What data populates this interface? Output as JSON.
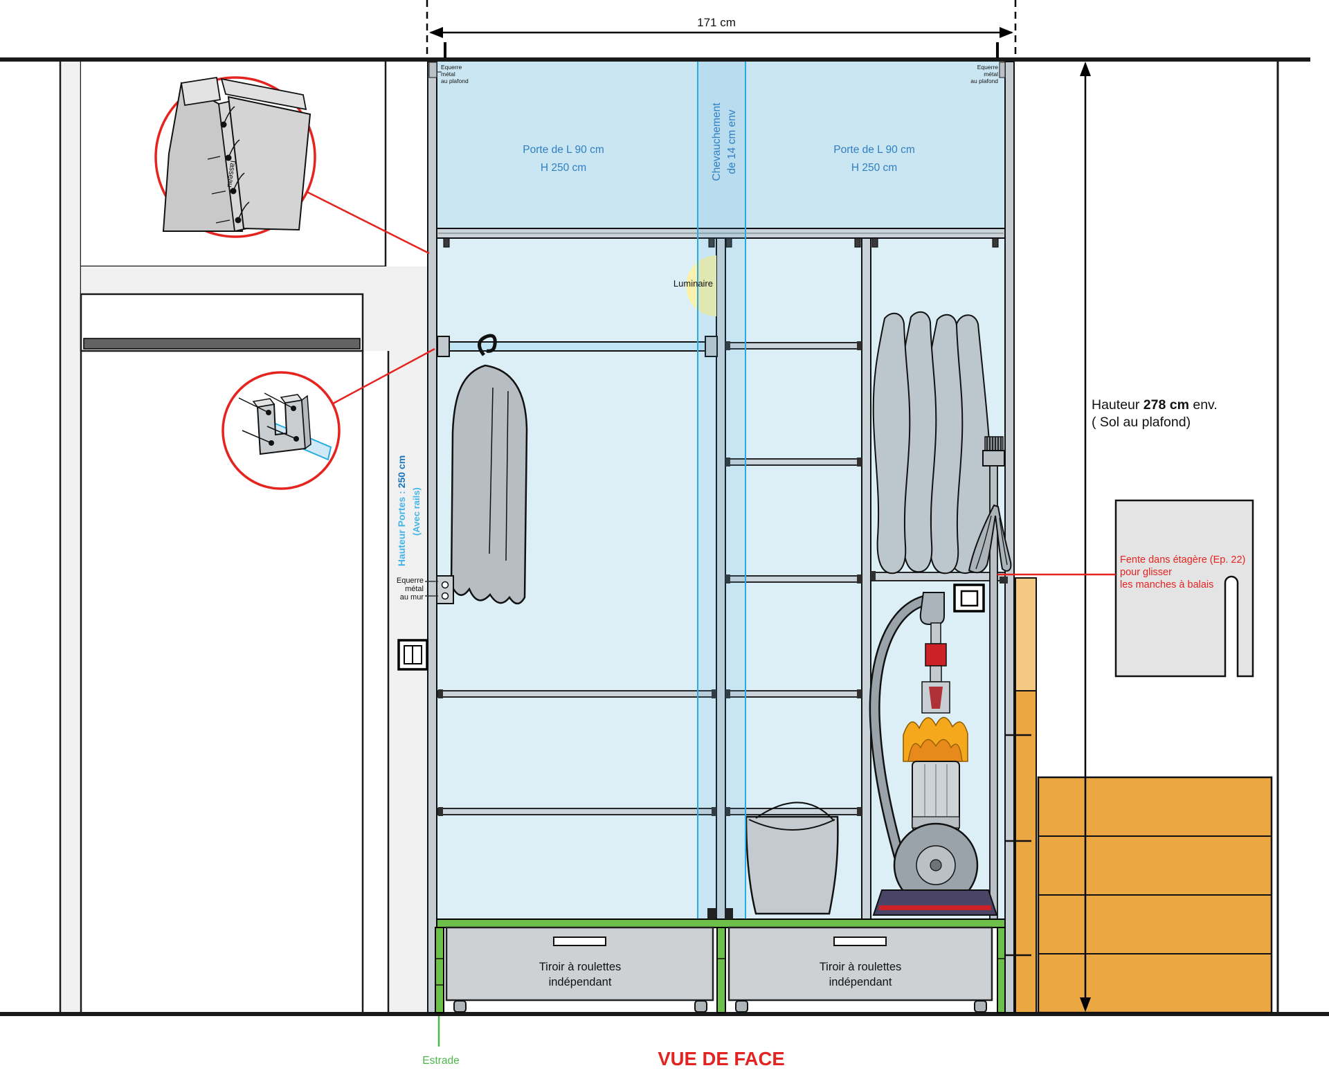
{
  "title": {
    "label": "VUE DE FACE",
    "color": "#e32322"
  },
  "top_dimension": {
    "label": "171 cm"
  },
  "height_dimension": {
    "prefix": "Hauteur ",
    "value": "278 cm",
    "suffix": " env.",
    "line2": "( Sol au plafond)"
  },
  "doors": {
    "left": {
      "line1": "Porte de L 90 cm",
      "line2": "H 250 cm"
    },
    "right": {
      "line1": "Porte de L 90 cm",
      "line2": "H 250 cm"
    },
    "overlap": {
      "line1": "Chevauchement",
      "line2": "de 14 cm env"
    },
    "height_note": {
      "part1": "Hauteur Portes : ",
      "part2": "250 cm",
      "part3": "(Avec rails)"
    }
  },
  "annotations": {
    "ceiling_bracket": {
      "line1": "Equerre",
      "line2": "métal",
      "line3": "au plafond"
    },
    "wall_bracket": {
      "line1": "Equerre",
      "line2": "métal",
      "line3": "au mur"
    },
    "luminaire": "Luminaire",
    "tasseau": "Tasseau",
    "fente": {
      "line1": "Fente dans étagère (Ep. 22)",
      "line2": "pour glisser",
      "line3": "les manches à balais"
    },
    "estrade": "Estrade"
  },
  "drawers": {
    "line1": "Tiroir à roulettes",
    "line2": "indépendant"
  },
  "colors": {
    "red": "#e5231f",
    "green": "#6cc049",
    "green_text": "#4cb748",
    "blue_text": "#2e7fc0",
    "light_blue_text": "#45b5e8",
    "blue_bold": "#1b75bb",
    "door_fill": "#d4ebf6",
    "overlap_line": "#29abe2",
    "orange_light": "#f4c981",
    "orange_dark": "#eaa742",
    "component_gray": "#c9d3d9",
    "drawer_gray": "#cdd1d4"
  }
}
